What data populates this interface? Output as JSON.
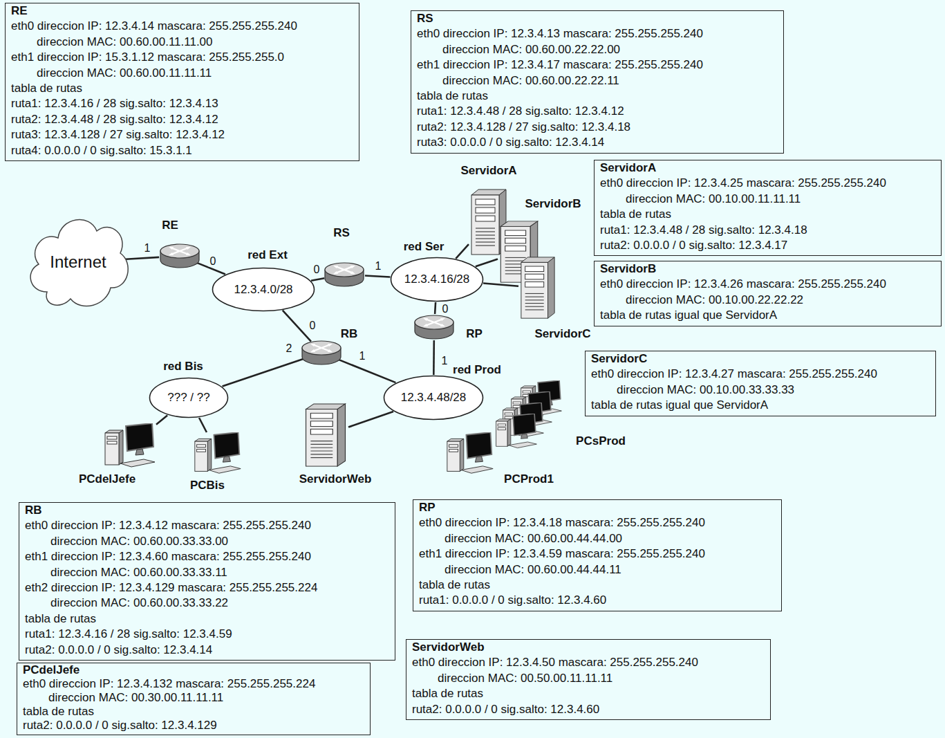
{
  "diagram": {
    "nodes": [
      {
        "text": [
          "RE",
          "eth0 direccion IP: 12.3.4.14 mascara: 255.255.255.240",
          "direccion MAC: 00.60.00.11.11.00",
          "eth1 direccion IP: 15.3.1.12 mascara: 255.255.255.0",
          "direccion MAC: 00.60.00.11.11.11",
          "tabla de rutas",
          "ruta1: 12.3.4.16 / 28 sig.salto: 12.3.4.13",
          "ruta2: 12.3.4.48 / 28 sig.salto: 12.3.4.12",
          "ruta3: 12.3.4.128 / 27 sig.salto: 12.3.4.12",
          "ruta4: 0.0.0.0 / 0 sig.salto: 15.3.1.1"
        ]
      },
      {
        "text": [
          "RS",
          "eth0 direccion IP: 12.3.4.13 mascara: 255.255.255.240",
          "direccion MAC: 00.60.00.22.22.00",
          "eth1 direccion IP: 12.3.4.17 mascara: 255.255.255.240",
          "direccion MAC: 00.60.00.22.22.11",
          "tabla de rutas",
          "ruta1: 12.3.4.48 / 28 sig.salto: 12.3.4.12",
          "ruta2: 12.3.4.128 / 27 sig.salto: 12.3.4.18",
          "ruta3: 0.0.0.0 / 0 sig.salto: 12.3.4.14"
        ]
      },
      {
        "text": [
          "ServidorA"
        ]
      },
      {
        "text": [
          "ServidorA",
          "eth0 direccion IP: 12.3.4.25 mascara: 255.255.255.240",
          "direccion MAC: 00.10.00.11.11.11",
          "tabla de rutas",
          "ruta1: 12.3.4.48 / 28 sig.salto: 12.3.4.18",
          "ruta2: 0.0.0.0 / 0 sig.salto: 12.3.4.17"
        ]
      },
      {
        "text": [
          "ServidorB"
        ]
      },
      {
        "text": [
          "Internet"
        ]
      },
      {
        "text": [
          "RE"
        ]
      },
      {
        "text": [
          "RS"
        ]
      },
      {
        "text": [
          "red Ext",
          "12.3.4.0/28"
        ]
      },
      {
        "text": [
          "red Ser",
          "12.3.4.16/28"
        ]
      },
      {
        "text": [
          "ServidorB",
          "eth0 direccion IP: 12.3.4.26 mascara: 255.255.255.240",
          "direccion MAC: 00.10.00.22.22.22",
          "tabla de rutas igual que ServidorA"
        ]
      },
      {
        "text": [
          "ServidorC"
        ]
      },
      {
        "text": [
          "RP"
        ]
      },
      {
        "text": [
          "RB"
        ]
      },
      {
        "text": [
          "ServidorC",
          "eth0 direccion IP: 12.3.4.27 mascara: 255.255.255.240",
          "direccion MAC: 00.10.00.33.33.33",
          "tabla de rutas igual que ServidorA"
        ]
      },
      {
        "text": [
          "red Bis",
          "??? / ??"
        ]
      },
      {
        "text": [
          "red Prod",
          "12.3.4.48/28"
        ]
      },
      {
        "text": [
          "PCsProd"
        ]
      },
      {
        "text": [
          "PCdelJefe"
        ]
      },
      {
        "text": [
          "PCBis"
        ]
      },
      {
        "text": [
          "ServidorWeb"
        ]
      },
      {
        "text": [
          "PCProd1"
        ]
      },
      {
        "text": [
          "RB",
          "eth0 direccion IP: 12.3.4.12 mascara: 255.255.255.240",
          "direccion MAC: 00.60.00.33.33.00",
          "eth1 direccion IP: 12.3.4.60 mascara: 255.255.255.240",
          "direccion MAC: 00.60.00.33.33.11",
          "eth2 direccion IP: 12.3.4.129 mascara: 255.255.255.224",
          "direccion MAC: 00.60.00.33.33.22",
          "tabla de rutas",
          "ruta1: 12.3.4.16 / 28 sig.salto: 12.3.4.59",
          "ruta2: 0.0.0.0 / 0 sig.salto: 12.3.4.14"
        ]
      },
      {
        "text": [
          "RP",
          "eth0 direccion IP: 12.3.4.18 mascara: 255.255.255.240",
          "direccion MAC: 00.60.00.44.44.00",
          "eth1 direccion IP: 12.3.4.59 mascara: 255.255.255.240",
          "direccion MAC: 00.60.00.44.44.11",
          "tabla de rutas",
          "ruta1: 0.0.0.0 / 0 sig.salto: 12.3.4.60"
        ]
      },
      {
        "text": [
          "ServidorWeb",
          "eth0 direccion IP: 12.3.4.50 mascara: 255.255.255.240",
          "direccion MAC: 00.50.00.11.11.11",
          "tabla de rutas",
          "ruta2: 0.0.0.0 / 0 sig.salto: 12.3.4.60"
        ]
      },
      {
        "text": [
          "PCdelJefe",
          "eth0 direccion IP: 12.3.4.132 mascara: 255.255.255.224",
          "direccion MAC: 00.30.00.11.11.11",
          "tabla de rutas",
          "ruta2: 0.0.0.0 / 0 sig.salto: 12.3.4.129"
        ]
      }
    ],
    "edges": [
      {
        "from": 5,
        "to": 6,
        "arrow": "none"
      },
      {
        "from": 6,
        "to": 8,
        "arrow": "none"
      },
      {
        "from": 8,
        "to": 7,
        "arrow": "none"
      },
      {
        "from": 7,
        "to": 9,
        "arrow": "none"
      },
      {
        "from": 8,
        "to": 13,
        "arrow": "none"
      },
      {
        "from": 9,
        "to": 2,
        "arrow": "none"
      },
      {
        "from": 9,
        "to": 4,
        "arrow": "none"
      },
      {
        "from": 9,
        "to": 11,
        "arrow": "none"
      },
      {
        "from": 9,
        "to": 12,
        "arrow": "none"
      },
      {
        "from": 12,
        "to": 16,
        "arrow": "none"
      },
      {
        "from": 13,
        "to": 15,
        "arrow": "none"
      },
      {
        "from": 13,
        "to": 16,
        "arrow": "none"
      },
      {
        "from": 15,
        "to": 18,
        "arrow": "none"
      },
      {
        "from": 15,
        "to": 19,
        "arrow": "none"
      },
      {
        "from": 16,
        "to": 20,
        "arrow": "none"
      }
    ],
    "labels": [
      "1",
      "0",
      "0",
      "1",
      "0",
      "2",
      "1",
      "0",
      "1"
    ]
  }
}
